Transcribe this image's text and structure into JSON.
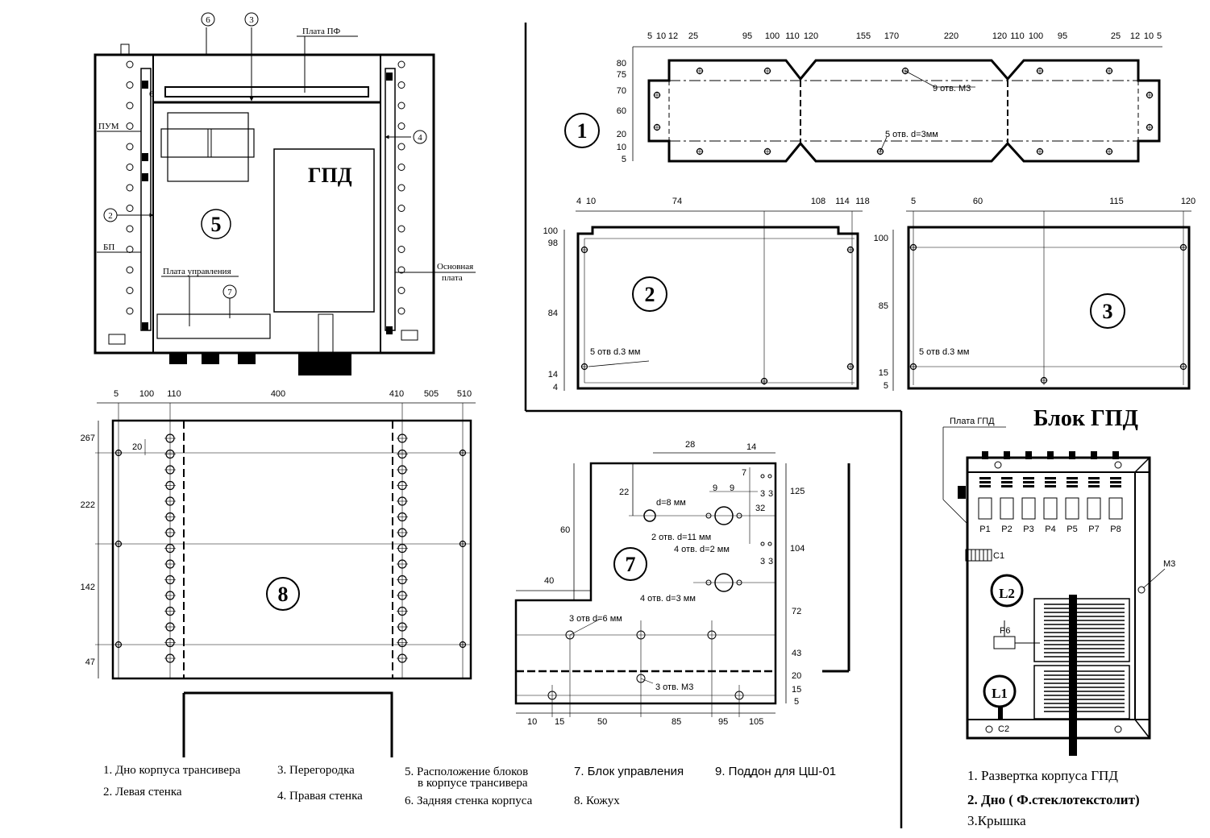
{
  "top_view": {
    "callouts": [
      "6",
      "3",
      "4",
      "2"
    ],
    "plata_pf": "Плата  ПФ",
    "pum": "ПУМ",
    "bp": "БП",
    "plata_upr": "Плата управления",
    "osn_plata_1": "Основная",
    "osn_plata_2": "плата",
    "gpd": "ГПД",
    "num5": "5",
    "num7": "7",
    "small6": "6"
  },
  "panel1": {
    "num": "1",
    "top_dims": [
      "5",
      "10",
      "12",
      "25",
      "95",
      "100",
      "110",
      "120",
      "155",
      "170",
      "220",
      "120",
      "110",
      "100",
      "95",
      "25",
      "12",
      "10",
      "5"
    ],
    "left_dims": [
      "80",
      "75",
      "70",
      "60",
      "20",
      "10",
      "5"
    ],
    "note_holes_m3": "9 отв. М3",
    "note_holes_d3": "5 отв. d=3мм"
  },
  "panel2": {
    "num": "2",
    "top_dims": [
      "4",
      "10",
      "74",
      "108",
      "114",
      "118"
    ],
    "left_dims": [
      "100",
      "98",
      "84",
      "14",
      "4"
    ],
    "note": "5 отв d.3 мм"
  },
  "panel3": {
    "num": "3",
    "top_dims": [
      "5",
      "60",
      "115",
      "120"
    ],
    "left_dims": [
      "100",
      "85",
      "15",
      "5"
    ],
    "note": "5 отв d.3 мм"
  },
  "panel8": {
    "num": "8",
    "top_dims": [
      "5",
      "100",
      "110",
      "400",
      "410",
      "505",
      "510"
    ],
    "left_dims": [
      "267",
      "222",
      "142",
      "47"
    ],
    "inner_dim": "20"
  },
  "panel7": {
    "num": "7",
    "top_dims": [
      "28",
      "14"
    ],
    "dims_left": [
      "60",
      "40",
      "22"
    ],
    "dims_right": [
      "125",
      "104",
      "72",
      "43",
      "20",
      "15",
      "5"
    ],
    "dims_bottom": [
      "10",
      "15",
      "50",
      "85",
      "95",
      "105"
    ],
    "small_dims": [
      "9",
      "9",
      "7",
      "3",
      "3",
      "32",
      "3",
      "3"
    ],
    "notes": {
      "d8": "d=8 мм",
      "d11": "2 отв. d=11 мм",
      "d2": "4 отв. d=2 мм",
      "d3": "4 отв. d=3 мм",
      "d6": "3 отв d=6 мм",
      "m3": "3 отв. М3"
    }
  },
  "gpd_block": {
    "title": "Блок ГПД",
    "plata_label": "Плата ГПД",
    "connectors": [
      "P1",
      "P2",
      "P3",
      "P4",
      "P5",
      "P7",
      "P8"
    ],
    "c1": "C1",
    "c2": "C2",
    "l1": "L1",
    "l2": "L2",
    "p6": "P6",
    "m3": "M3"
  },
  "legend_left": {
    "items": [
      "1. Дно корпуса трансивера",
      "2. Левая стенка",
      "3. Перегородка",
      "4. Правая стенка",
      "5. Расположение блоков",
      "в корпусе  трансивера",
      "6. Задняя стенка корпуса",
      "7. Блок управления",
      "8. Кожух",
      "9. Поддон для ЦШ-01"
    ]
  },
  "legend_right": {
    "items": [
      "1. Развертка корпуса ГПД",
      "2. Дно  (  Ф.стеклотекстолит)",
      "3.Крышка"
    ]
  }
}
